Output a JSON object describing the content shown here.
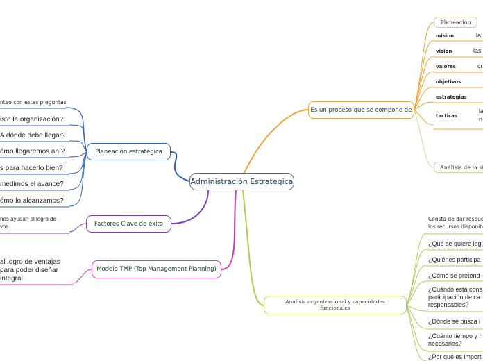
{
  "central": {
    "label": "Administración Estrategica"
  },
  "left_branches": {
    "planeacion_estrategica": {
      "label": "Planeación estratégica",
      "header": "nteo con estas preguntas",
      "questions": [
        "iste la organización?",
        "A dónde debe llegar?",
        "ómo llegaremos ahí?",
        "s para hacerlo bien?",
        "medimos el avance?",
        "ómo lo alcanzamos?"
      ]
    },
    "factores": {
      "label": "Factores Clave de éxito",
      "text_lines": [
        "nos ayudan al logro de",
        "vos"
      ]
    },
    "tmp": {
      "label": "Modelo TMP (Top Management Planning)",
      "text_lines": [
        "al logro de ventajas",
        "para poder diseñar",
        "integral"
      ]
    }
  },
  "right_branches": {
    "proceso": {
      "label": "Es un proceso que se compone de",
      "planeacion_label": "Planeación",
      "items": [
        {
          "label": "mision",
          "value": "la"
        },
        {
          "label": "vision",
          "value": "las"
        },
        {
          "label": "valores",
          "value": "cr"
        },
        {
          "label": "objetivos",
          "value": ""
        },
        {
          "label": "estrategias",
          "value": ""
        },
        {
          "label": "tacticas",
          "value": "la"
        },
        {
          "label": "",
          "value": "n"
        }
      ],
      "analisis_sit_label": "Análisis de la sit"
    },
    "analisis": {
      "label_lines": [
        "Analisis organizacional y capacidades",
        "funcionales"
      ],
      "intro_lines": [
        "Consta de dar respuesta",
        "los recursos disponibles"
      ],
      "questions": [
        [
          "¿Qué se quiere log"
        ],
        [
          "¿Quiénes participa"
        ],
        [
          "¿Cómo se pretend"
        ],
        [
          "¿Cuándo está cons",
          "participación de ca",
          "responsables?"
        ],
        [
          "¿Dónde se busca i"
        ],
        [
          "¿Cuánto tiempo y r",
          "necesarios?"
        ],
        [
          "¿Por qué es import"
        ]
      ]
    }
  },
  "colors": {
    "central": "#3a6ea5",
    "planeacion": "#2e5fb8",
    "factores": "#7b3fc4",
    "tmp": "#c93db0",
    "proceso": "#f0a53a",
    "analisis": "#a9cf58"
  }
}
